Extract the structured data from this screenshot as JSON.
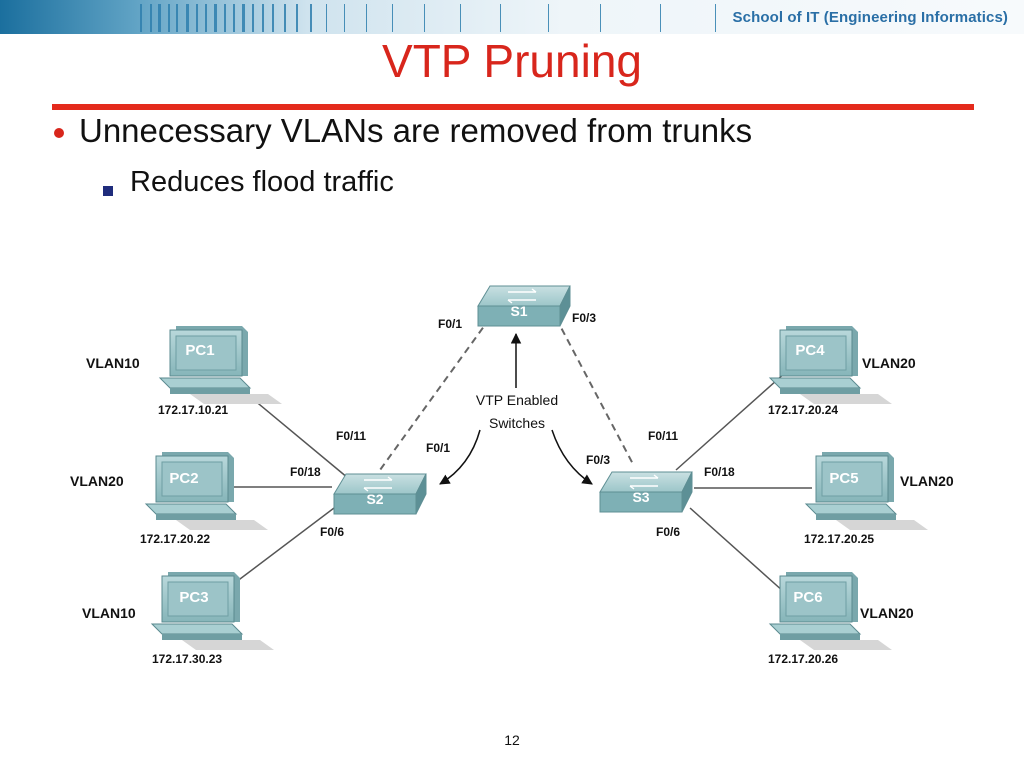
{
  "header": {
    "institution": "School of IT (Engineering Informatics)"
  },
  "slide": {
    "title": "VTP Pruning",
    "bullets": [
      {
        "text": "Unnecessary VLANs are removed from trunks"
      },
      {
        "text": "Reduces flood traffic"
      }
    ],
    "page_number": "12"
  },
  "diagram": {
    "callout": [
      "VTP Enabled",
      "Switches"
    ],
    "switches": [
      {
        "name": "S1"
      },
      {
        "name": "S2"
      },
      {
        "name": "S3"
      }
    ],
    "pcs": [
      {
        "name": "PC1",
        "vlan": "VLAN10",
        "ip": "172.17.10.21"
      },
      {
        "name": "PC2",
        "vlan": "VLAN20",
        "ip": "172.17.20.22"
      },
      {
        "name": "PC3",
        "vlan": "VLAN10",
        "ip": "172.17.30.23"
      },
      {
        "name": "PC4",
        "vlan": "VLAN20",
        "ip": "172.17.20.24"
      },
      {
        "name": "PC5",
        "vlan": "VLAN20",
        "ip": "172.17.20.25"
      },
      {
        "name": "PC6",
        "vlan": "VLAN20",
        "ip": "172.17.20.26"
      }
    ],
    "ports": {
      "s1_left": "F0/1",
      "s1_right": "F0/3",
      "s2_f011": "F0/11",
      "s2_f01": "F0/1",
      "s2_f018": "F0/18",
      "s2_f06": "F0/6",
      "s3_f011": "F0/11",
      "s3_f03": "F0/3",
      "s3_f018": "F0/18",
      "s3_f06": "F0/6"
    }
  },
  "colors": {
    "title": "#d8261c",
    "rule": "#e42a1c",
    "device": "#8fbcbf",
    "header_text": "#2a6fa6"
  }
}
